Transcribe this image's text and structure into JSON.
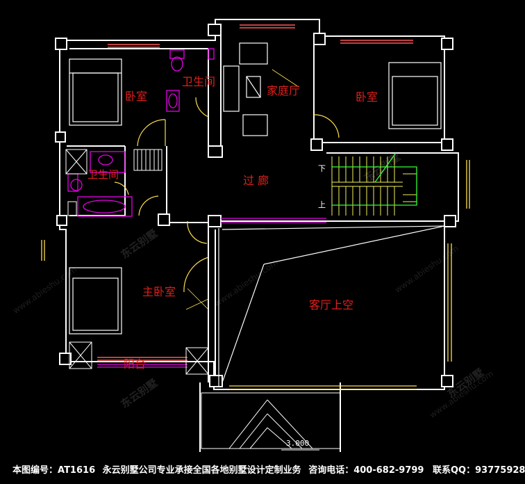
{
  "rooms": {
    "bedroom_left": "卧室",
    "bathroom_top": "卫生间",
    "family_hall": "家庭厅",
    "bedroom_right": "卧室",
    "bathroom_left": "卫生间",
    "corridor": "过  廊",
    "master_bedroom": "主卧室",
    "living_above": "客厅上空",
    "balcony": "阳台"
  },
  "stairs": {
    "down_label": "下",
    "up_label": "上"
  },
  "dimension": "3.000",
  "watermark": {
    "brand": "东云别墅",
    "url": "www.abieshu.com"
  },
  "footer": {
    "drawing_no_label": "本图编号：",
    "drawing_no": "AT1616",
    "company_text": "永云别墅公司专业承接全国各地别墅设计定制业务",
    "phone_label": "咨询电话：",
    "phone": "400-682-9799",
    "qq_label": "联系QQ：",
    "qq": "93775928"
  },
  "colors": {
    "wall": "#ffffff",
    "text": "#e0201c",
    "fixture": "#e600e6",
    "stair": "#f2f25a",
    "window": "#ff5555",
    "door": "#ffe14d",
    "stair_marker": "#33ff33"
  }
}
